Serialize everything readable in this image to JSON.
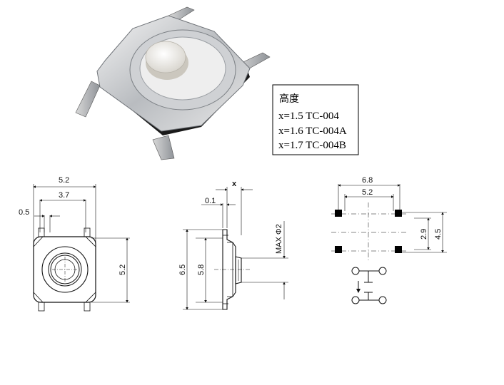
{
  "legend": {
    "title": "高度",
    "rows": [
      "x=1.5  TC-004",
      "x=1.6  TC-004A",
      "x=1.7  TC-004B"
    ]
  },
  "front_view": {
    "dims": {
      "overall_width": "5.2",
      "inner_width": "3.7",
      "pin_width": "0.5",
      "height": "5.2"
    }
  },
  "side_view": {
    "dims": {
      "x": "x",
      "offset": "0.1",
      "overall_height": "6.5",
      "body_height": "5.8",
      "max_dia": "MAX Φ2"
    }
  },
  "footprint": {
    "dims": {
      "outer_pitch": "6.8",
      "inner_pitch": "5.2",
      "row_pitch": "2.9",
      "outer_row": "4.5"
    }
  }
}
